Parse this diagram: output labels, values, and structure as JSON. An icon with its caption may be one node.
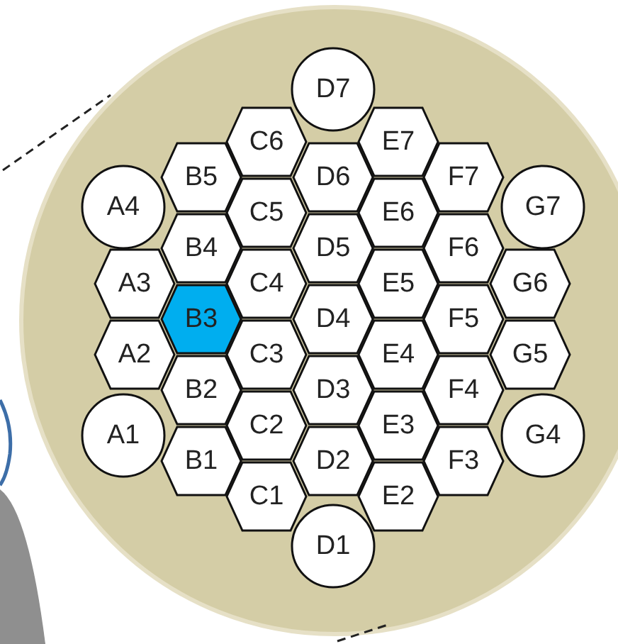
{
  "diagram": {
    "nodes": [
      {
        "text": [
          "D7"
        ]
      },
      {
        "text": [
          "C6"
        ]
      },
      {
        "text": [
          "E7"
        ]
      },
      {
        "text": [
          "B5"
        ]
      },
      {
        "text": [
          "D6"
        ]
      },
      {
        "text": [
          "F7"
        ]
      },
      {
        "text": [
          "A4"
        ]
      },
      {
        "text": [
          "G7"
        ]
      },
      {
        "text": [
          "C5"
        ]
      },
      {
        "text": [
          "E6"
        ]
      },
      {
        "text": [
          "B4"
        ]
      },
      {
        "text": [
          "D5"
        ]
      },
      {
        "text": [
          "F6"
        ]
      },
      {
        "text": [
          "A3"
        ]
      },
      {
        "text": [
          "C4"
        ]
      },
      {
        "text": [
          "E5"
        ]
      },
      {
        "text": [
          "G6"
        ]
      },
      {
        "text": [
          "B3"
        ]
      },
      {
        "text": [
          "D4"
        ]
      },
      {
        "text": [
          "F5"
        ]
      },
      {
        "text": [
          "A2"
        ]
      },
      {
        "text": [
          "C3"
        ]
      },
      {
        "text": [
          "E4"
        ]
      },
      {
        "text": [
          "G5"
        ]
      },
      {
        "text": [
          "B2"
        ]
      },
      {
        "text": [
          "D3"
        ]
      },
      {
        "text": [
          "F4"
        ]
      },
      {
        "text": [
          "C2"
        ]
      },
      {
        "text": [
          "E3"
        ]
      },
      {
        "text": [
          "A1"
        ]
      },
      {
        "text": [
          "G4"
        ]
      },
      {
        "text": [
          "B1"
        ]
      },
      {
        "text": [
          "D2"
        ]
      },
      {
        "text": [
          "F3"
        ]
      },
      {
        "text": [
          "C1"
        ]
      },
      {
        "text": [
          "E2"
        ]
      },
      {
        "text": [
          "D1"
        ]
      }
    ]
  }
}
